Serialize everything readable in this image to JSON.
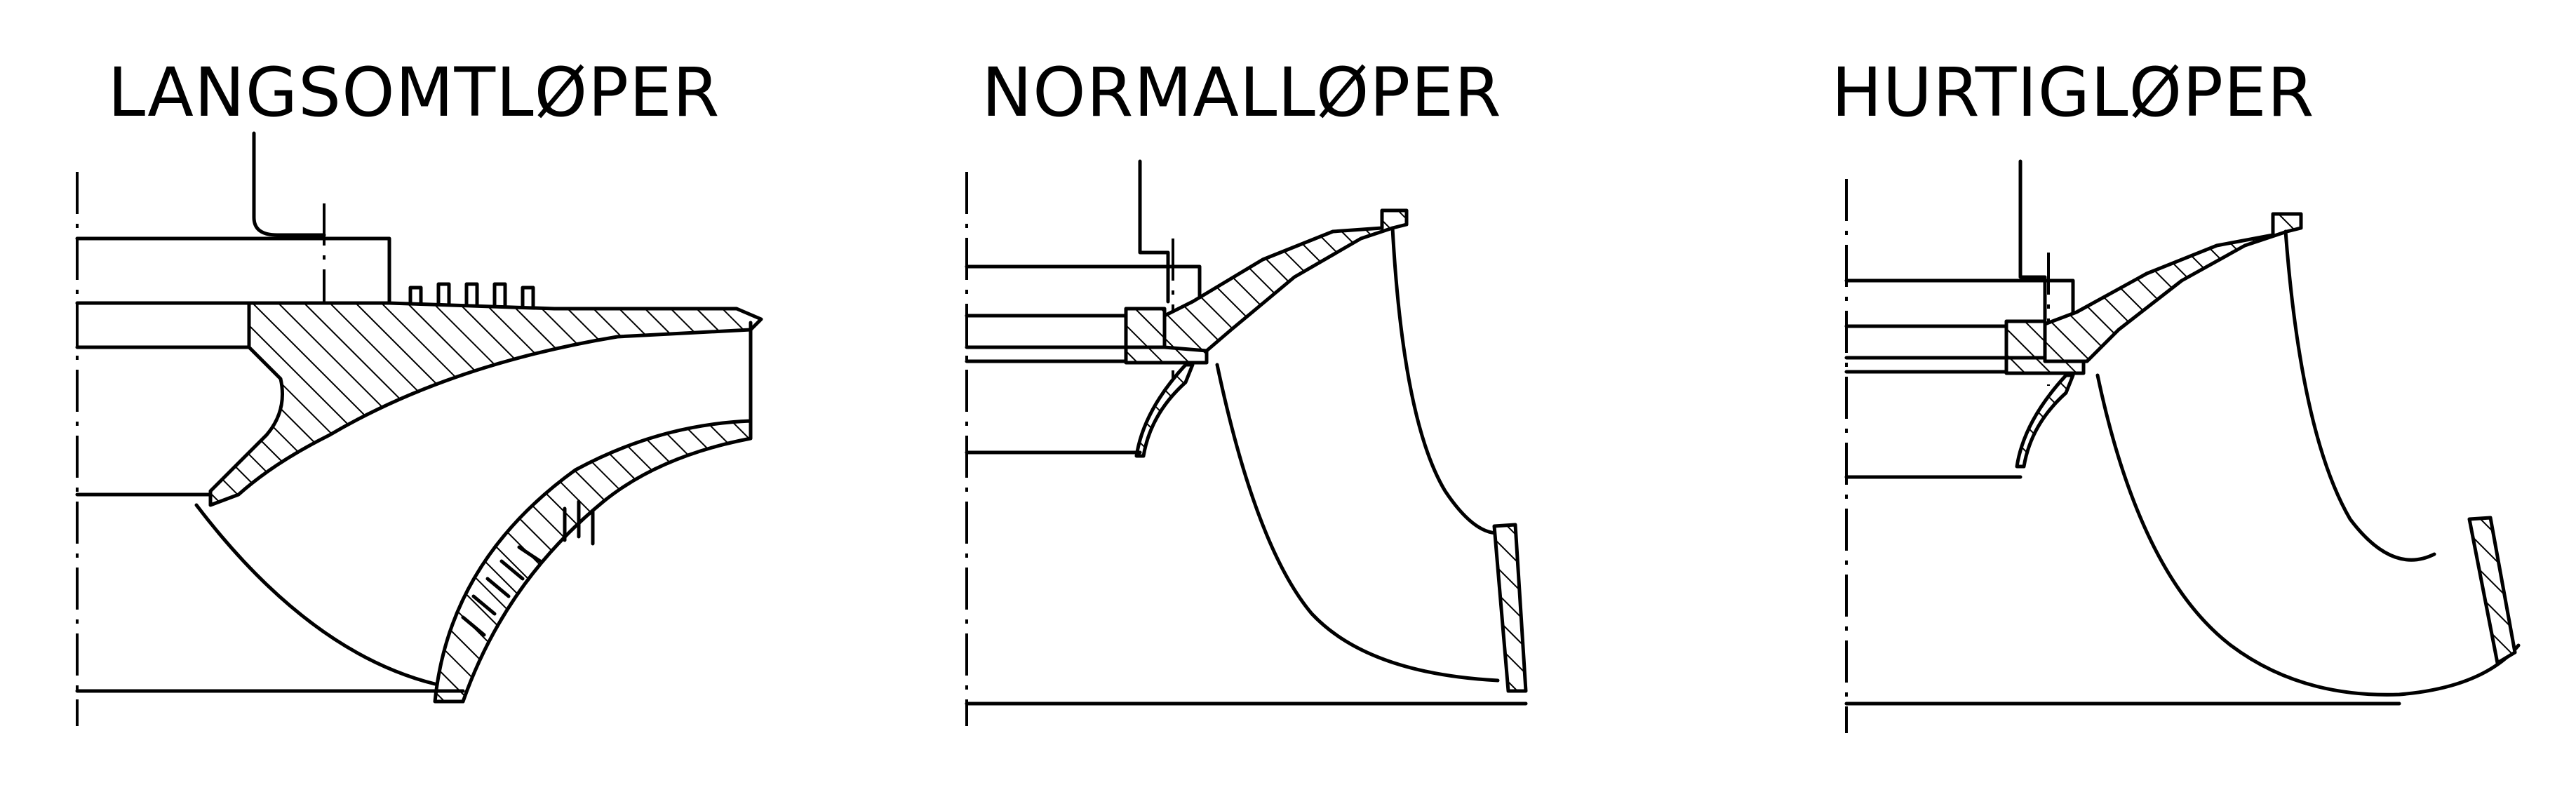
{
  "diagram": {
    "panels": [
      {
        "id": "slow",
        "label": "LANGSOMTLØPER"
      },
      {
        "id": "normal",
        "label": "NORMALLØPER"
      },
      {
        "id": "fast",
        "label": "HURTIGLØPER"
      }
    ],
    "colors": {
      "ink": "#000000",
      "paper": "#ffffff"
    }
  }
}
